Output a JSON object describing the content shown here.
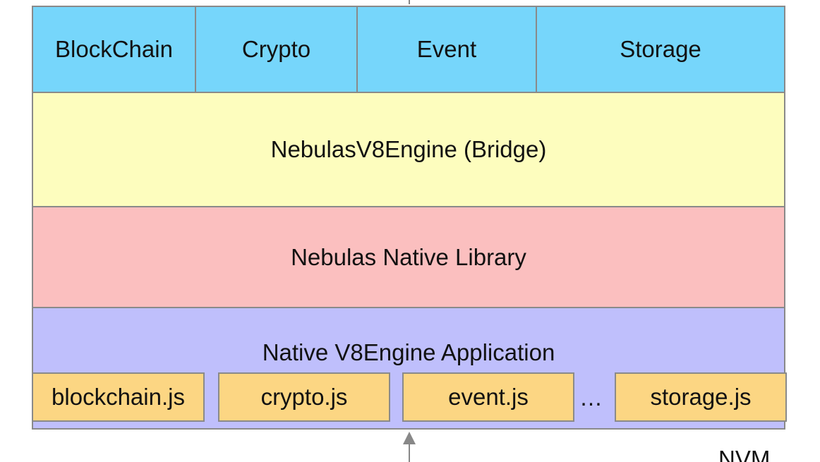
{
  "diagram": {
    "cropped_top_text": "",
    "modules": [
      {
        "label": "BlockChain"
      },
      {
        "label": "Crypto"
      },
      {
        "label": "Event"
      },
      {
        "label": "Storage"
      }
    ],
    "layers": {
      "bridge": "NebulasV8Engine (Bridge)",
      "native_library": "Nebulas Native Library",
      "application": "Native V8Engine Application"
    },
    "js_files": [
      {
        "label": "blockchain.js"
      },
      {
        "label": "crypto.js"
      },
      {
        "label": "event.js"
      },
      {
        "label": "storage.js"
      }
    ],
    "ellipsis": "…",
    "nvm_label": "NVM",
    "colors": {
      "module": "#76d6fb",
      "bridge": "#fdfdbe",
      "native_library": "#fbbfbf",
      "application": "#bfbffc",
      "js_file": "#fcd683",
      "border": "#8a8a8a"
    }
  }
}
